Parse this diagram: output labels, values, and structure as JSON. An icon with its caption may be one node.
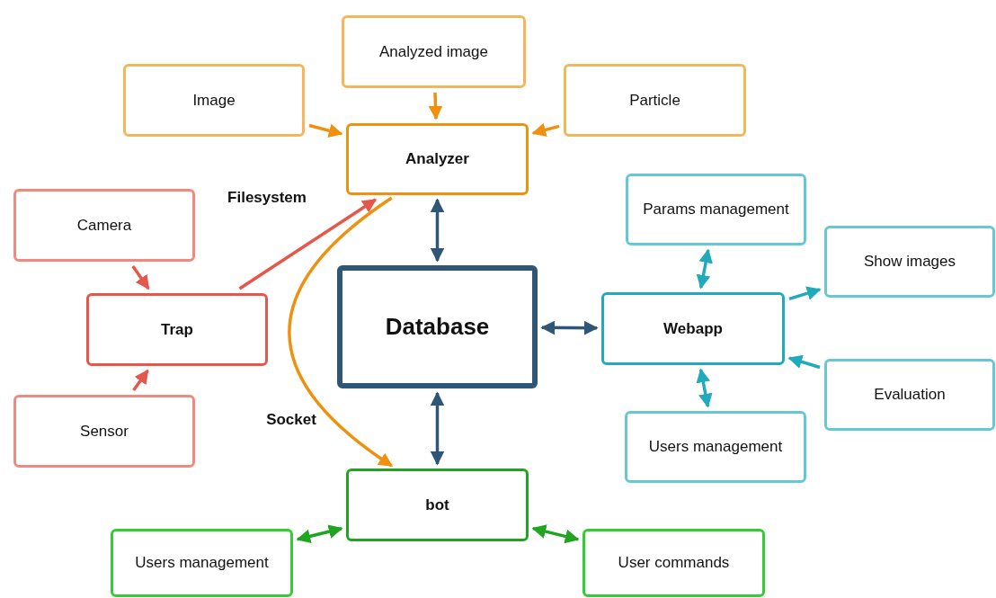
{
  "diagram": {
    "nodes": [
      {
        "text": [
          "Analyzed image"
        ]
      },
      {
        "text": [
          "Image"
        ]
      },
      {
        "text": [
          "Particle"
        ]
      },
      {
        "text": [
          "Analyzer"
        ]
      },
      {
        "text": [
          "Camera"
        ]
      },
      {
        "text": [
          "Params management"
        ]
      },
      {
        "text": [
          "Show images"
        ]
      },
      {
        "text": [
          "Trap"
        ]
      },
      {
        "text": [
          "Database"
        ]
      },
      {
        "text": [
          "Webapp"
        ]
      },
      {
        "text": [
          "Evaluation"
        ]
      },
      {
        "text": [
          "Sensor"
        ]
      },
      {
        "text": [
          "Users management"
        ]
      },
      {
        "text": [
          "bot"
        ]
      },
      {
        "text": [
          "Users management"
        ]
      },
      {
        "text": [
          "User commands"
        ]
      }
    ],
    "edges": [
      {
        "from": 1,
        "to": 3,
        "arrow": "to",
        "color": "#f0900f"
      },
      {
        "from": 0,
        "to": 3,
        "arrow": "to",
        "color": "#f0900f"
      },
      {
        "from": 2,
        "to": 3,
        "arrow": "to",
        "color": "#f0900f"
      },
      {
        "from": 4,
        "to": 7,
        "arrow": "to",
        "color": "#e5574a"
      },
      {
        "from": 11,
        "to": 7,
        "arrow": "to",
        "color": "#e5574a"
      },
      {
        "from": 7,
        "to": 3,
        "arrow": "to",
        "label": "Filesystem",
        "color": "#e5574a"
      },
      {
        "from": 3,
        "to": 13,
        "arrow": "to",
        "label": "Socket",
        "color": "#f0900f"
      },
      {
        "from": 3,
        "to": 8,
        "arrow": "both",
        "color": "#2f5677"
      },
      {
        "from": 8,
        "to": 13,
        "arrow": "both",
        "color": "#2f5677"
      },
      {
        "from": 8,
        "to": 9,
        "arrow": "both",
        "color": "#2f5677"
      },
      {
        "from": 9,
        "to": 5,
        "arrow": "both",
        "color": "#20aabb"
      },
      {
        "from": 9,
        "to": 6,
        "arrow": "to",
        "color": "#20aabb"
      },
      {
        "from": 10,
        "to": 9,
        "arrow": "to",
        "color": "#20aabb"
      },
      {
        "from": 9,
        "to": 12,
        "arrow": "both",
        "color": "#20aabb"
      },
      {
        "from": 13,
        "to": 14,
        "arrow": "both",
        "color": "#1fa51f"
      },
      {
        "from": 13,
        "to": 15,
        "arrow": "both",
        "color": "#1fa51f"
      }
    ]
  }
}
